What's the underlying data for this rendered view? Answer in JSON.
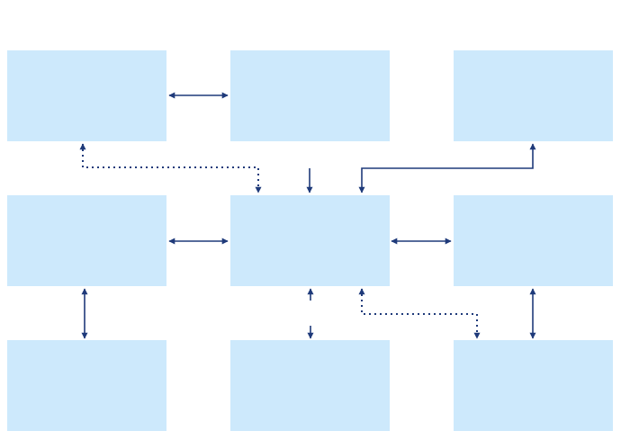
{
  "colors": {
    "box_fill": "#cde9fc",
    "connector": "#1f3a7a",
    "background": "#ffffff"
  },
  "boxes": [
    {
      "id": "r1c1",
      "label": ""
    },
    {
      "id": "r1c2",
      "label": ""
    },
    {
      "id": "r1c3",
      "label": ""
    },
    {
      "id": "r2c1",
      "label": ""
    },
    {
      "id": "r2c2",
      "label": ""
    },
    {
      "id": "r2c3",
      "label": ""
    },
    {
      "id": "r3c1",
      "label": ""
    },
    {
      "id": "r3c2",
      "label": ""
    },
    {
      "id": "r3c3",
      "label": ""
    }
  ]
}
